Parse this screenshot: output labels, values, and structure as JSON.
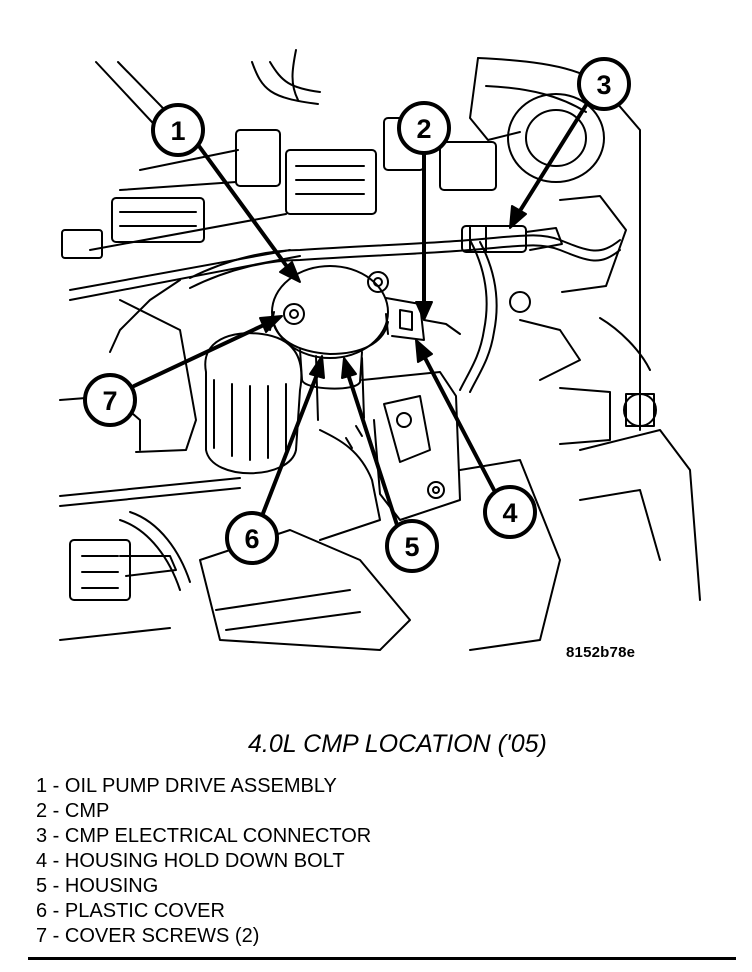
{
  "figure": {
    "id": "8152b78e",
    "callouts": [
      "1",
      "2",
      "3",
      "4",
      "5",
      "6",
      "7"
    ]
  },
  "caption": "4.0L CMP LOCATION ('05)",
  "legend": [
    {
      "num": "1",
      "label": "OIL PUMP DRIVE ASSEMBLY"
    },
    {
      "num": "2",
      "label": "CMP"
    },
    {
      "num": "3",
      "label": "CMP ELECTRICAL CONNECTOR"
    },
    {
      "num": "4",
      "label": "HOUSING HOLD DOWN BOLT"
    },
    {
      "num": "5",
      "label": "HOUSING"
    },
    {
      "num": "6",
      "label": "PLASTIC COVER"
    },
    {
      "num": "7",
      "label": "COVER SCREWS (2)"
    }
  ],
  "legend_separator": " - "
}
